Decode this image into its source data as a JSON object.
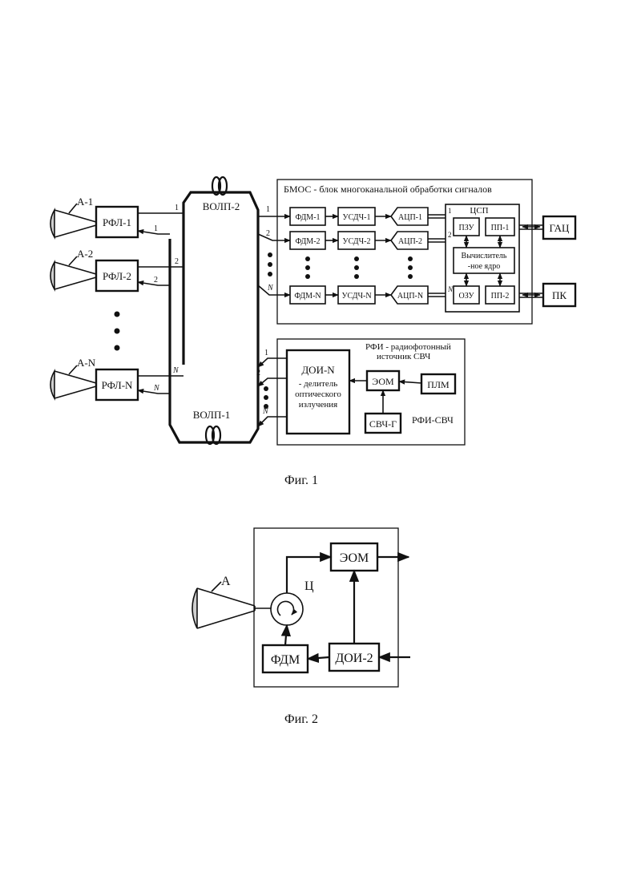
{
  "fig1": {
    "caption": "Фиг. 1",
    "antennas": [
      "А-1",
      "А-2",
      "А-N"
    ],
    "rfl": [
      "РФЛ-1",
      "РФЛ-2",
      "РФЛ-N"
    ],
    "rfl_port_labels": {
      "out": [
        "1",
        "2",
        "N"
      ],
      "in": [
        "1",
        "2",
        "N"
      ]
    },
    "volp2": "ВОЛП-2",
    "volp1": "ВОЛП-1",
    "bmos": {
      "title": "БМОС - блок многоканальной обработки сигналов",
      "port_labels": [
        "1",
        "2",
        "N"
      ],
      "fdm": [
        "ФДМ-1",
        "ФДМ-2",
        "ФДМ-N"
      ],
      "usdch": [
        "УСДЧ-1",
        "УСДЧ-2",
        "УСДЧ-N"
      ],
      "acp": [
        "АЦП-1",
        "АЦП-2",
        "АЦП-N"
      ],
      "csp_label": "ЦСП",
      "csp_port_labels": [
        "1",
        "2",
        "N"
      ],
      "pzu": "ПЗУ",
      "pp1": "ПП-1",
      "core": [
        "Вычислитель",
        "-ное ядро"
      ],
      "ozu": "ОЗУ",
      "pp2": "ПП-2"
    },
    "gac": "ГАЦ",
    "pk": "ПК",
    "rfi": {
      "title_line1": "РФИ - радиофотонный",
      "title_line2": "источник СВЧ",
      "port_labels": [
        "1",
        "2",
        "N"
      ],
      "doi_lines": [
        "ДОИ-N",
        "- делитель",
        "оптического",
        "излучения"
      ],
      "eom": "ЭОМ",
      "plm": "ПЛМ",
      "svch_g": "СВЧ-Г",
      "label": "РФИ-СВЧ"
    }
  },
  "fig2": {
    "caption": "Фиг. 2",
    "antenna": "А",
    "circulator": "Ц",
    "eom": "ЭОМ",
    "fdm": "ФДМ",
    "doi2": "ДОИ-2"
  }
}
